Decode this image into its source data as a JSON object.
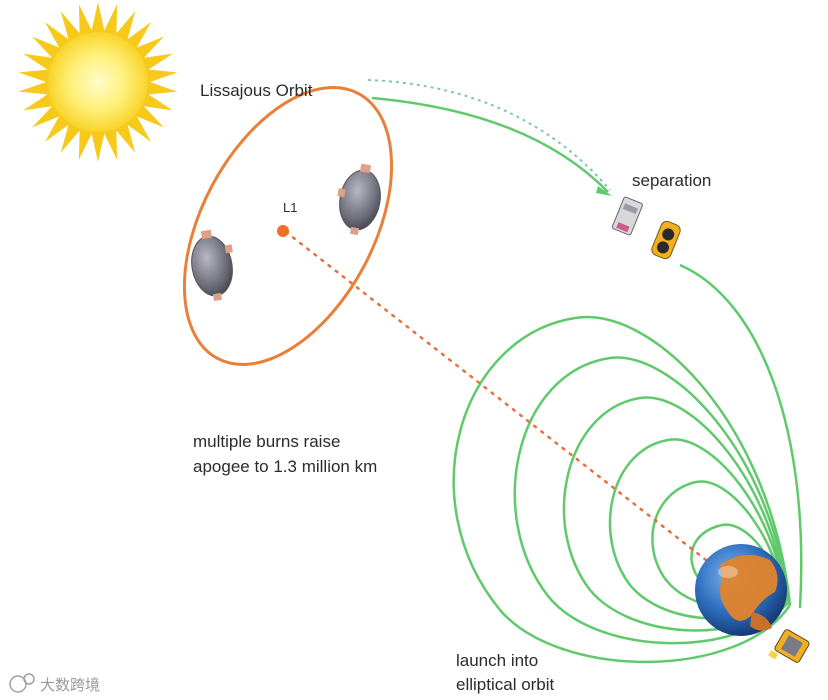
{
  "labels": {
    "lissajous": "Lissajous Orbit",
    "l1": "L1",
    "separation": "separation",
    "burns_line1": "multiple burns raise",
    "burns_line2": "apogee to 1.3 million km",
    "launch_line1": "launch into",
    "launch_line2": "elliptical orbit"
  },
  "watermark": "大数跨境",
  "icons": {
    "sun": "sun-icon",
    "earth": "earth-icon",
    "spacecraft": "satellite-icon"
  },
  "colors": {
    "orbit_orange": "#e8803a",
    "transfer_green": "#5fc96b",
    "dotted_teal": "#7cc7b8",
    "trajectory_dots": "#e8703a",
    "sun_outer": "#f6c91a",
    "sun_inner": "#fff59a",
    "earth_ocean": "#2f6fc0",
    "earth_land": "#e0842c",
    "text": "#2b2b2b"
  }
}
